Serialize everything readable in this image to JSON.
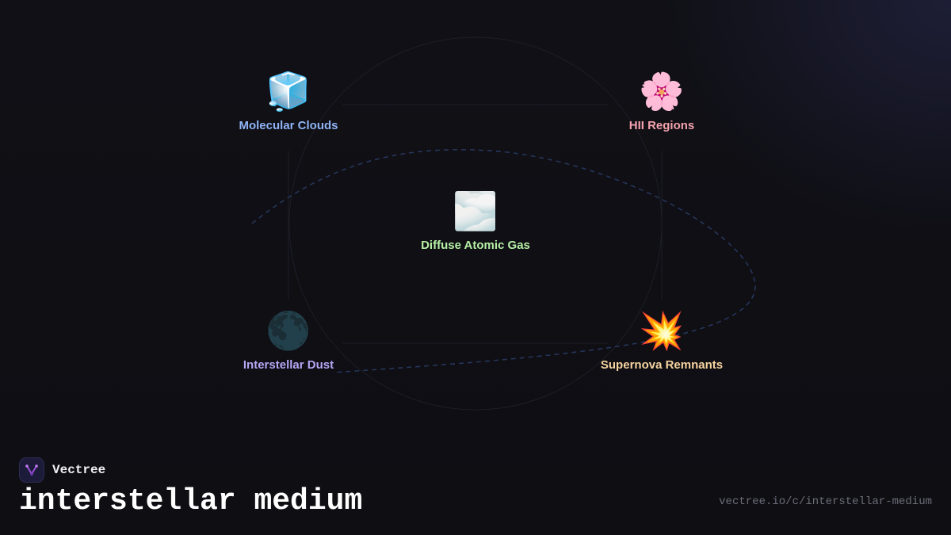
{
  "brand": {
    "name": "Vectree",
    "logo_icon": "vectree-logo-icon",
    "logo_color": "#9b4fd6"
  },
  "title": "interstellar medium",
  "url": "vectree.io/c/interstellar-medium",
  "nodes": [
    {
      "id": "molecular-clouds",
      "label": "Molecular Clouds",
      "icon": "ice-cube-icon",
      "glyph": "🧊",
      "color": "#8fb3f5"
    },
    {
      "id": "hii-regions",
      "label": "HII Regions",
      "icon": "cherry-blossom-icon",
      "glyph": "🌸",
      "color": "#f5a3ad"
    },
    {
      "id": "diffuse-atomic-gas",
      "label": "Diffuse Atomic Gas",
      "icon": "fog-icon",
      "glyph": "🌫️",
      "color": "#b6f0a6"
    },
    {
      "id": "interstellar-dust",
      "label": "Interstellar Dust",
      "icon": "new-moon-icon",
      "glyph": "🌑",
      "color": "#b6a6f5"
    },
    {
      "id": "supernova-remnants",
      "label": "Supernova Remnants",
      "icon": "explosion-icon",
      "glyph": "💥",
      "color": "#f7d4a0"
    }
  ],
  "colors": {
    "background": "#0f0f14",
    "connector": "#23232e",
    "dashed_orbit": "#26365a"
  }
}
